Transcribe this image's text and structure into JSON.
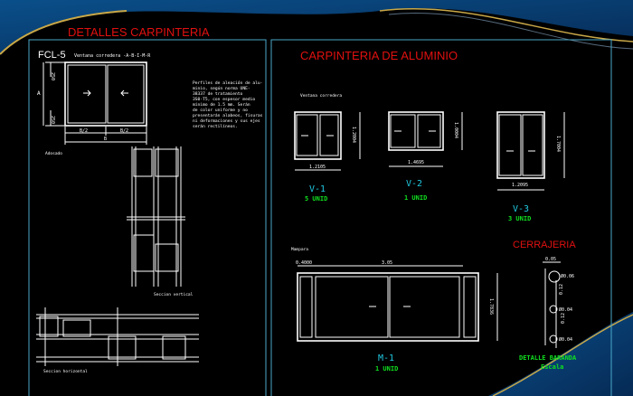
{
  "left_panel": {
    "title": "DETALLES   CARPINTERIA",
    "code": "FCL-5",
    "subtitle": "Ventana corredera -A-B-I-M-R",
    "dim_top": "250",
    "dim_bottom": "250",
    "dim_side": "A",
    "dim_half_left": "B/2",
    "dim_half_right": "B/2",
    "dim_total": "B",
    "notes": [
      "Perfiles de aleación de alu-",
      "minio, según norma UNE-",
      "38337 de tratamiento",
      "3S0-T5, con espesor medio",
      "mínimo de 1.5 mm. Serán",
      "de color uniforme y no",
      "presentarán alabeos, fisuras",
      "ni deformaciones y sus ejes",
      "serán rectilíneos."
    ],
    "label_adosado": "Adosado",
    "label_vertical": "Seccion vertical",
    "label_horizontal": "Seccion horizontal"
  },
  "right_panel": {
    "title": "CARPINTERIA    DE    ALUMINIO",
    "caption_corredera": "Ventana corredera",
    "caption_mampara": "Mampara",
    "windows": [
      {
        "code": "V-1",
        "qty": "5 UNID",
        "width": "1.2105",
        "height": "1.2004"
      },
      {
        "code": "V-2",
        "qty": "1 UNID",
        "width": "1.4695",
        "height": "1.0004"
      },
      {
        "code": "V-3",
        "qty": "3 UNID",
        "width": "1.2095",
        "height": "1.7004"
      }
    ],
    "door": {
      "code": "M-1",
      "qty": "1 UNID",
      "side": "0.4000",
      "span": "3.05",
      "height": "1.7836"
    },
    "cerrajeria": {
      "title": "CERRAJERIA",
      "top_dim": "0.05",
      "d1": "Ø0.06",
      "d2": "Ø0.04",
      "d3": "Ø0.04",
      "gap1": "0.12",
      "gap2": "0.12",
      "caption": "DETALLE BARANDA",
      "scale": "Escala"
    }
  },
  "colors": {
    "background": "#000000",
    "title": "#e01010",
    "code": "#20c8e0",
    "qty": "#10e020",
    "frame": "#4aa8c8"
  }
}
